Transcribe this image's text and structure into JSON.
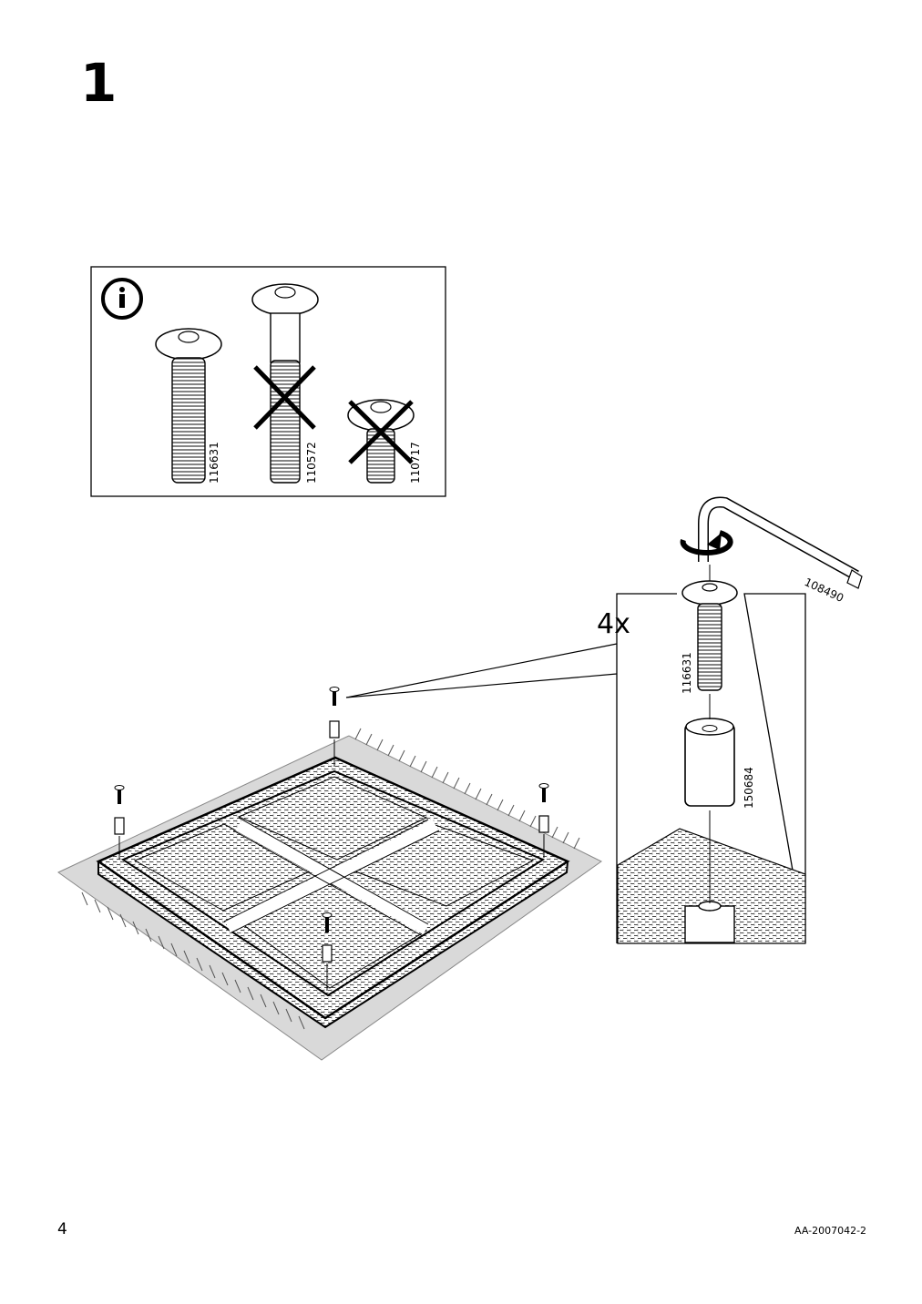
{
  "step": {
    "number": "1"
  },
  "info_panel": {
    "icon": "info-icon",
    "parts": [
      {
        "id": "116631",
        "status": "correct"
      },
      {
        "id": "110572",
        "status": "wrong"
      },
      {
        "id": "110717",
        "status": "wrong"
      }
    ]
  },
  "assembly": {
    "quantity": "4x",
    "tool_id": "108490",
    "screw_id": "116631",
    "spacer_id": "150684"
  },
  "footer": {
    "page_number": "4",
    "document_code": "AA-2007042-2"
  }
}
